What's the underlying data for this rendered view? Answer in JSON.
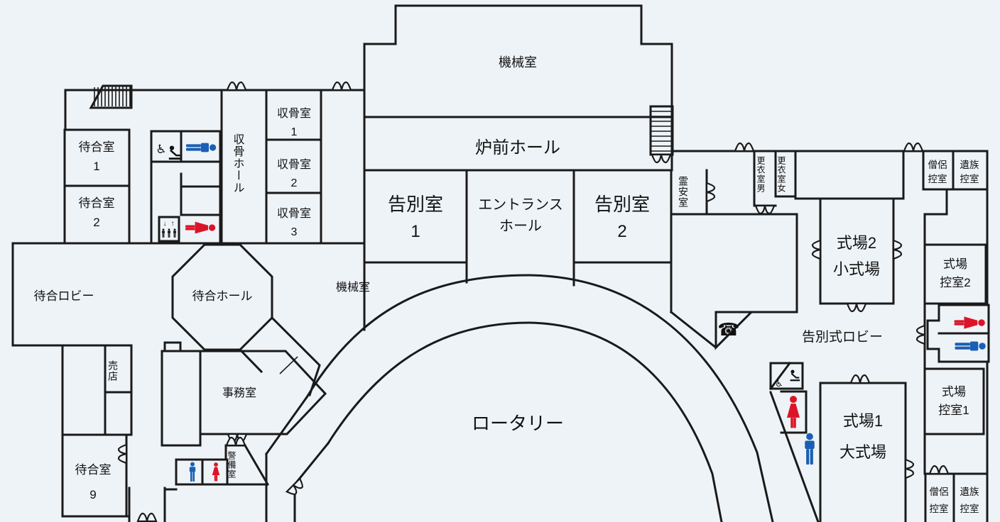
{
  "colors": {
    "background": "#eef3f7",
    "wall": "#1a1a1a",
    "men_icon": "#1a5fb4",
    "women_icon": "#dc1428",
    "icon_black": "#111111"
  },
  "rooms": {
    "machine_room_top": "機械室",
    "rozen_hall": "炉前ホール",
    "shukotsu_hall": "収骨ホール",
    "shukotsu_1": [
      "収骨室",
      "1"
    ],
    "shukotsu_2": [
      "収骨室",
      "2"
    ],
    "shukotsu_3": [
      "収骨室",
      "3"
    ],
    "machiai_1": [
      "待合室",
      "1"
    ],
    "machiai_2": [
      "待合室",
      "2"
    ],
    "kokubetsu_1": [
      "告別室",
      "1"
    ],
    "entrance_hall": [
      "エントランス",
      "ホール"
    ],
    "kokubetsu_2": [
      "告別室",
      "2"
    ],
    "reian": "霊安室",
    "koui_men": "更衣室男",
    "koui_women": "更衣室女",
    "souryo_top": [
      "僧侶",
      "控室"
    ],
    "izoku_top": [
      "遺族",
      "控室"
    ],
    "shikijo_2": [
      "式場2",
      "小式場"
    ],
    "shikijo_hikae_2": [
      "式場",
      "控室2"
    ],
    "kokubetsushiki_lobby": "告別式ロビー",
    "shikijo_hikae_1": [
      "式場",
      "控室1"
    ],
    "shikijo_1": [
      "式場1",
      "大式場"
    ],
    "souryo_bottom": [
      "僧侶",
      "控室"
    ],
    "izoku_bottom": [
      "遺族",
      "控室"
    ],
    "machiai_lobby": "待合ロビー",
    "machiai_hall": "待合ホール",
    "machine_room_2": "機械室",
    "baiten": "売店",
    "jimushitsu": "事務室",
    "machiai_9": [
      "待合室",
      "9"
    ],
    "keibi": "警備室",
    "rotary": "ロータリー"
  },
  "icons": {
    "wheelchair": "♿",
    "phone": "☎",
    "elevator_down": "↓",
    "elevator_up": "↑"
  }
}
